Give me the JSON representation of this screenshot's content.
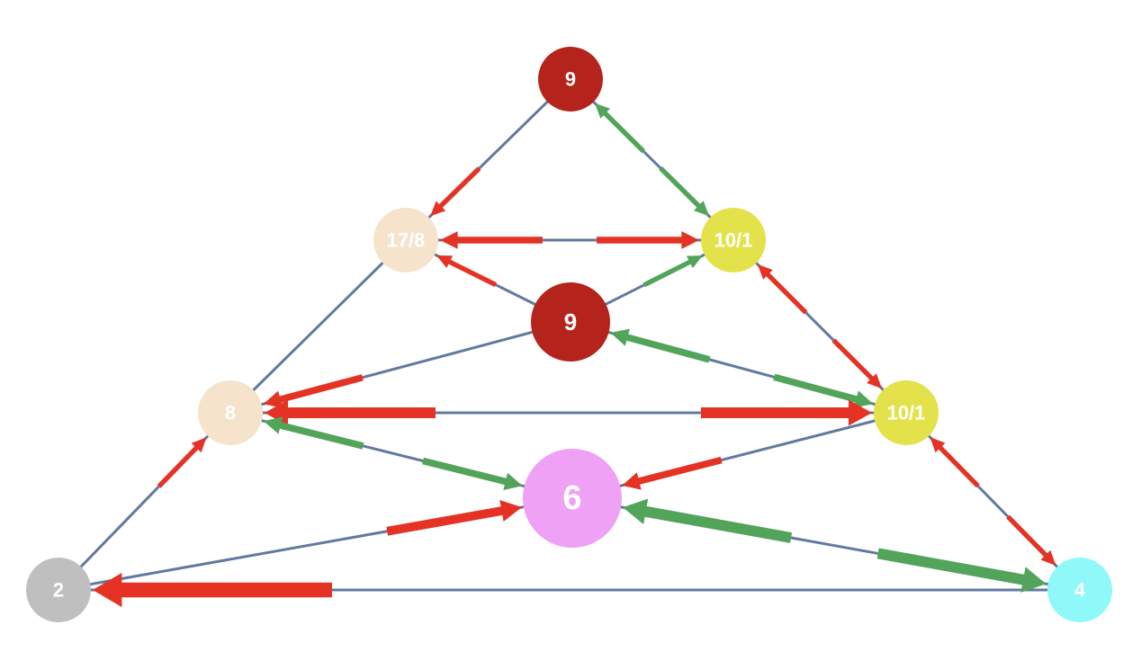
{
  "colors": {
    "edge": "#62799f",
    "red_arrow": "#e43324",
    "green_arrow": "#52a45a",
    "label_text": "#ffffff"
  },
  "nodes": [
    {
      "id": "top",
      "label": "9",
      "color": "#b5241c"
    },
    {
      "id": "mid-left",
      "label": "17/8",
      "color": "#f6e3cc"
    },
    {
      "id": "mid-right",
      "label": "10/1",
      "color": "#e4e24a"
    },
    {
      "id": "center",
      "label": "9",
      "color": "#b5241c"
    },
    {
      "id": "left",
      "label": "8",
      "color": "#f6e3cc"
    },
    {
      "id": "right",
      "label": "10/1",
      "color": "#e4e24a"
    },
    {
      "id": "bottom-center",
      "label": "6",
      "color": "#eea1f5"
    },
    {
      "id": "bottom-left",
      "label": "2",
      "color": "#bfbfbf"
    },
    {
      "id": "bottom-right",
      "label": "4",
      "color": "#8ff8f8"
    }
  ],
  "edges": [
    {
      "from": "top",
      "to": "mid-left"
    },
    {
      "from": "top",
      "to": "mid-right"
    },
    {
      "from": "mid-left",
      "to": "mid-right"
    },
    {
      "from": "mid-left",
      "to": "left"
    },
    {
      "from": "mid-left",
      "to": "center"
    },
    {
      "from": "mid-right",
      "to": "center"
    },
    {
      "from": "mid-right",
      "to": "right"
    },
    {
      "from": "center",
      "to": "left"
    },
    {
      "from": "center",
      "to": "right"
    },
    {
      "from": "left",
      "to": "right"
    },
    {
      "from": "left",
      "to": "bottom-left"
    },
    {
      "from": "left",
      "to": "bottom-center"
    },
    {
      "from": "bottom-center",
      "to": "bottom-left"
    },
    {
      "from": "bottom-center",
      "to": "right"
    },
    {
      "from": "bottom-center",
      "to": "bottom-right"
    },
    {
      "from": "right",
      "to": "bottom-right"
    },
    {
      "from": "bottom-left",
      "to": "bottom-right"
    }
  ],
  "arrows": [
    {
      "from": "top",
      "to": "mid-left",
      "color": "red",
      "weight": 2
    },
    {
      "from": "top",
      "to": "mid-right",
      "color": "green",
      "weight": 2
    },
    {
      "from": "mid-right",
      "to": "top",
      "color": "green",
      "weight": 2
    },
    {
      "from": "mid-right",
      "to": "mid-left",
      "color": "red",
      "weight": 3
    },
    {
      "from": "mid-left",
      "to": "mid-right",
      "color": "red",
      "weight": 3
    },
    {
      "from": "center",
      "to": "mid-left",
      "color": "red",
      "weight": 2
    },
    {
      "from": "center",
      "to": "mid-right",
      "color": "green",
      "weight": 2
    },
    {
      "from": "mid-right",
      "to": "right",
      "color": "red",
      "weight": 2
    },
    {
      "from": "right",
      "to": "mid-right",
      "color": "red",
      "weight": 2
    },
    {
      "from": "center",
      "to": "left",
      "color": "red",
      "weight": 3
    },
    {
      "from": "center",
      "to": "right",
      "color": "green",
      "weight": 3
    },
    {
      "from": "right",
      "to": "center",
      "color": "green",
      "weight": 3
    },
    {
      "from": "right",
      "to": "left",
      "color": "red",
      "weight": 5
    },
    {
      "from": "left",
      "to": "right",
      "color": "red",
      "weight": 5
    },
    {
      "from": "bottom-left",
      "to": "left",
      "color": "red",
      "weight": 2
    },
    {
      "from": "left",
      "to": "bottom-center",
      "color": "green",
      "weight": 3
    },
    {
      "from": "bottom-center",
      "to": "left",
      "color": "green",
      "weight": 3
    },
    {
      "from": "right",
      "to": "bottom-center",
      "color": "red",
      "weight": 3
    },
    {
      "from": "bottom-left",
      "to": "bottom-center",
      "color": "red",
      "weight": 4
    },
    {
      "from": "bottom-center",
      "to": "bottom-right",
      "color": "green",
      "weight": 5
    },
    {
      "from": "bottom-right",
      "to": "bottom-center",
      "color": "green",
      "weight": 5
    },
    {
      "from": "bottom-right",
      "to": "right",
      "color": "red",
      "weight": 2
    },
    {
      "from": "right",
      "to": "bottom-right",
      "color": "red",
      "weight": 2
    },
    {
      "from": "bottom-right",
      "to": "bottom-left",
      "color": "red",
      "weight": 7
    }
  ]
}
